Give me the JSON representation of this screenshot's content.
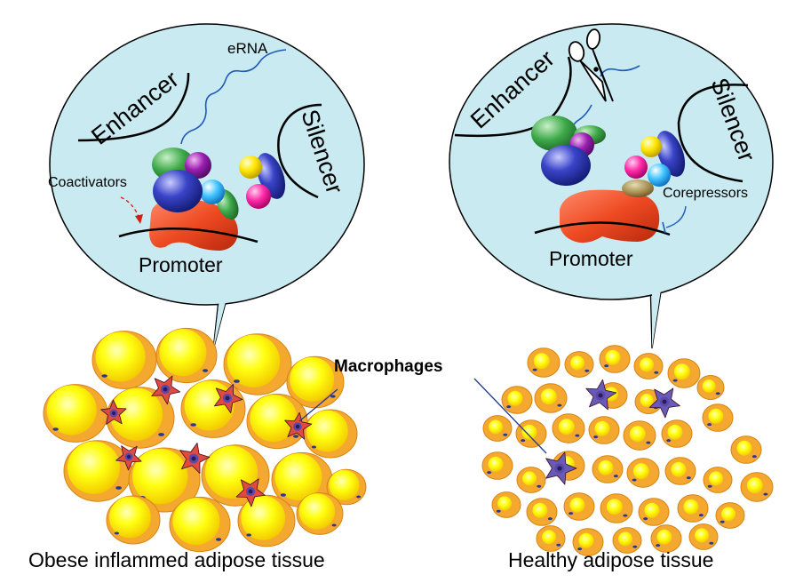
{
  "left_panel": {
    "enhancer": "Enhancer",
    "silencer": "Silencer",
    "erna": "eRNA",
    "coactivators": "Coactivators",
    "promoter": "Promoter",
    "caption": "Obese inflammed adipose tissue"
  },
  "right_panel": {
    "enhancer": "Enhancer",
    "silencer": "Silencer",
    "corepressors": "Corepressors",
    "promoter": "Promoter",
    "caption": "Healthy adipose tissue"
  },
  "macrophages_label": "Macrophages",
  "colors": {
    "bubble_fill": "#c8eaf0",
    "adipocyte_fill": "#f4a830",
    "lipid_fill": "#ffee00",
    "macrophage_inflamed": "#e04a40",
    "macrophage_healthy": "#6a5ab8",
    "promoter_fill": "#e85028"
  }
}
